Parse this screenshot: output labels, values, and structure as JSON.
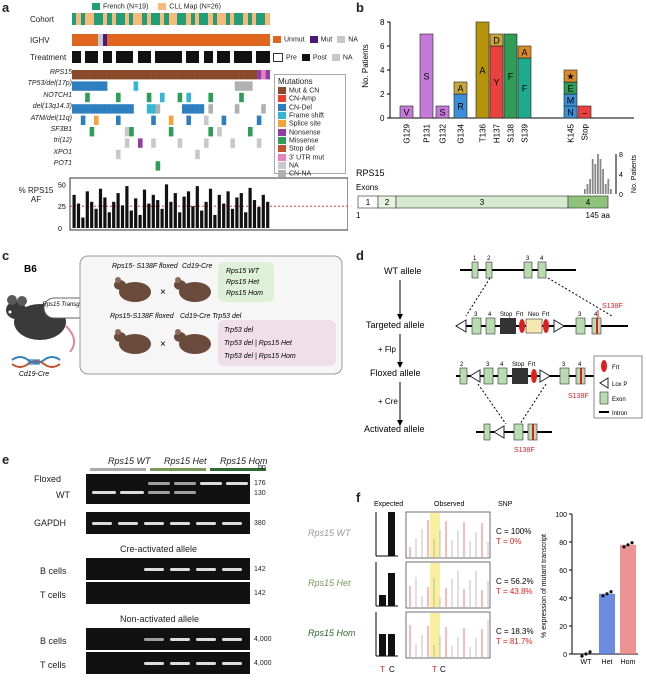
{
  "panel_a": {
    "label": "a",
    "cohort_label": "Cohort",
    "legend_french": "French (N=19)",
    "legend_cll": "CLL Map (N=26)",
    "ighv_label": "IGHV",
    "ighv_legend": [
      "Unmut",
      "Mut",
      "NA"
    ],
    "treatment_label": "Treatment",
    "treatment_legend": [
      "Pre",
      "Post",
      "NA"
    ],
    "genes": [
      "RPS15",
      "TP53/del(17p)",
      "NOTCH1",
      "del(13q14.3)",
      "ATM/del(11q)",
      "SF3B1",
      "tri(12)",
      "XPO1",
      "POT1"
    ],
    "mutations_title": "Mutations",
    "mutation_legend": [
      {
        "label": "Mut & CN",
        "color": "#8a4a2a"
      },
      {
        "label": "CN-Amp",
        "color": "#e8412f"
      },
      {
        "label": "CN-Del",
        "color": "#2e7fc0"
      },
      {
        "label": "Frame shift",
        "color": "#34b5d6"
      },
      {
        "label": "Splice site",
        "color": "#f2a33a"
      },
      {
        "label": "Nonsense",
        "color": "#8e3fa0"
      },
      {
        "label": "Missense",
        "color": "#2f9c57"
      },
      {
        "label": "Stop del",
        "color": "#c2532c"
      },
      {
        "label": "3' UTR mut",
        "color": "#e881c0"
      },
      {
        "label": "NA",
        "color": "#c8c8c8"
      },
      {
        "label": "CN-NA",
        "color": "#b0b0b0"
      }
    ],
    "af_label_line1": "% RPS15",
    "af_label_line2": "AF",
    "af_ticks": [
      "50",
      "25",
      "0"
    ],
    "af_values": [
      38,
      28,
      12,
      42,
      30,
      22,
      45,
      35,
      18,
      30,
      40,
      26,
      48,
      20,
      34,
      15,
      44,
      28,
      38,
      32,
      22,
      50,
      30,
      40,
      18,
      36,
      42,
      25,
      48,
      20,
      30,
      45,
      15,
      38,
      28,
      42,
      22,
      35,
      40,
      18,
      46,
      32,
      24,
      38,
      30
    ]
  },
  "panel_b": {
    "label": "b",
    "ylabel": "No. Patients",
    "yticks": [
      "8",
      "6",
      "4",
      "2",
      "0"
    ],
    "positions": [
      "G129",
      "P131",
      "G132",
      "G134",
      "T136",
      "H137",
      "S138",
      "S139",
      "K145",
      "Stop"
    ],
    "gene": "RPS15",
    "exons_label": "Exons",
    "exon_numbers": [
      "1",
      "2",
      "3",
      "4"
    ],
    "scale_start": "1",
    "scale_end": "145 aa",
    "right_ylabel": "No. Patients",
    "right_yticks": [
      "8",
      "4",
      "0"
    ]
  },
  "chart_data": {
    "type": "bar",
    "title": "",
    "xlabel": "",
    "ylabel": "No. Patients",
    "categories": [
      "G129",
      "P131",
      "G132",
      "G134",
      "T136",
      "H137",
      "S138",
      "S139",
      "K145",
      "Stop"
    ],
    "ylim": [
      0,
      8
    ],
    "stacks": [
      [
        {
          "aa": "V",
          "n": 1,
          "color": "#c47ad9"
        }
      ],
      [
        {
          "aa": "S",
          "n": 7,
          "color": "#c47ad9"
        }
      ],
      [
        {
          "aa": "S",
          "n": 1,
          "color": "#c47ad9"
        }
      ],
      [
        {
          "aa": "R",
          "n": 2,
          "color": "#3a8fd6"
        },
        {
          "aa": "A",
          "n": 1,
          "color": "#c8a53a"
        }
      ],
      [
        {
          "aa": "A",
          "n": 8,
          "color": "#b5930a"
        }
      ],
      [
        {
          "aa": "Y",
          "n": 6,
          "color": "#e8413f"
        },
        {
          "aa": "D",
          "n": 1,
          "color": "#c8a53a"
        }
      ],
      [
        {
          "aa": "F",
          "n": 7,
          "color": "#2f9c57"
        }
      ],
      [
        {
          "aa": "F",
          "n": 5,
          "color": "#1eaa8c"
        },
        {
          "aa": "A",
          "n": 1,
          "color": "#d88a2a"
        }
      ],
      [
        {
          "aa": "N",
          "n": 1,
          "color": "#3a8fd6"
        },
        {
          "aa": "M",
          "n": 1,
          "color": "#3a8fd6"
        },
        {
          "aa": "E",
          "n": 1,
          "color": "#2f9c57"
        },
        {
          "aa": "★",
          "n": 1,
          "color": "#d88a2a"
        }
      ],
      [
        {
          "aa": "–",
          "n": 1,
          "color": "#e8413f"
        }
      ]
    ]
  },
  "panel_c": {
    "label": "c",
    "strain": "B6",
    "transgene": "Rps15 Transgene",
    "cre": "Cd19-Cre",
    "cross1_left": "Rps15- S138F floxed",
    "cross1_right": "Cd19-Cre",
    "cross2_left": "Rps15-S138F floxed",
    "cross2_right": "Cd19-Cre Trp53 del",
    "times": "×",
    "genotypes1": [
      "Rps15 WT",
      "Rps15 Het",
      "Rps15 Hom"
    ],
    "genotypes2": [
      "Trp53 del",
      "Trp53 del | Rps15 Het",
      "Trp53 del | Rps15 Hom"
    ]
  },
  "panel_d": {
    "label": "d",
    "alleles": [
      "WT allele",
      "Targeted allele",
      "Floxed allele",
      "Activated allele"
    ],
    "steps": [
      "+ Flp",
      "+ Cre"
    ],
    "mutation": "S138F",
    "legend": [
      "Frt",
      "Lox P",
      "Exon",
      "Intron"
    ],
    "exon_labels_wt": [
      "1",
      "2",
      "3",
      "4"
    ],
    "targeted_labels": [
      "3",
      "4",
      "Stop",
      "Frt",
      "Neo",
      "Frt",
      "3",
      "4"
    ],
    "floxed_labels": [
      "2",
      "3",
      "4",
      "Stop",
      "Frt",
      "3",
      "4"
    ]
  },
  "panel_e": {
    "label": "e",
    "genotypes": [
      "Rps15 WT",
      "Rps15 Het",
      "Rps15 Hom"
    ],
    "bp_label": "bp",
    "floxed": "Floxed",
    "wt": "WT",
    "gapdh": "GAPDH",
    "cre_title": "Cre-activated allele",
    "non_title": "Non-activated allele",
    "b_cells": "B cells",
    "t_cells": "T cells",
    "sizes": [
      "176",
      "130",
      "380",
      "142",
      "142",
      "4,000",
      "4,000"
    ]
  },
  "panel_f": {
    "label": "f",
    "headers": [
      "Expected",
      "Observed",
      "SNP"
    ],
    "genotypes": [
      "Rps15 WT",
      "Rps15 Het",
      "Rps15 Hom"
    ],
    "snp_c": [
      "C = 100%",
      "C = 56.2%",
      "C = 18.3%"
    ],
    "snp_t": [
      "T = 0%",
      "T = 43.8%",
      "T = 81.7%"
    ],
    "expected_t": [
      0,
      25,
      50
    ],
    "expected_c": [
      100,
      75,
      50
    ],
    "axis_tc": [
      "T",
      "C"
    ],
    "bar_ylabel": "% expression of mutant transcript",
    "bar_yticks": [
      "100",
      "80",
      "60",
      "40",
      "20",
      "0"
    ],
    "bar_categories": [
      "WT",
      "Het",
      "Hom"
    ],
    "bar_values": [
      0,
      43,
      78
    ]
  }
}
